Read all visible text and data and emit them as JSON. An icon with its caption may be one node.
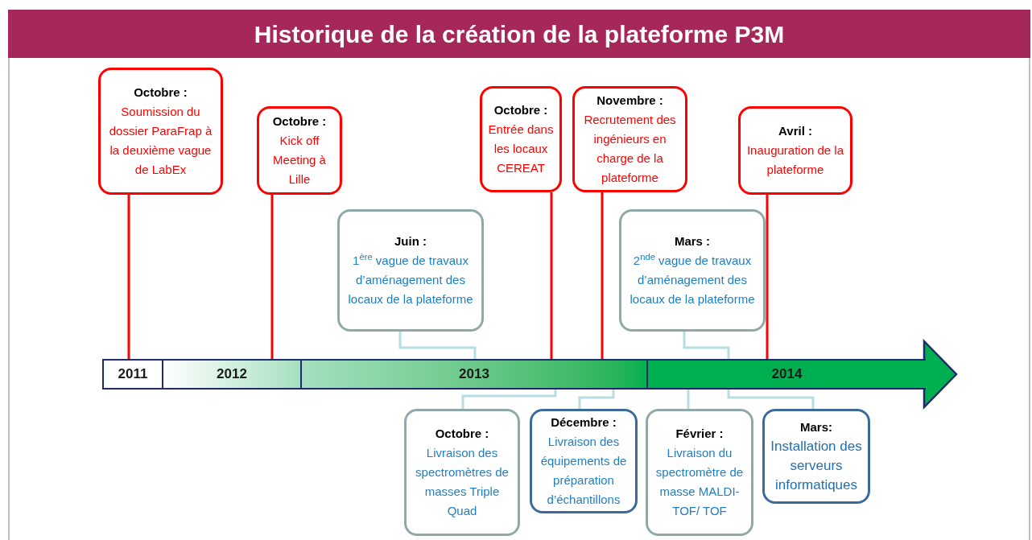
{
  "diagram": {
    "title": "Historique de la création de la plateforme P3M",
    "nodes": [
      {
        "text": [
          "Octobre :",
          "Soumission du dossier ParaFrap à la deuxième vague de LabEx"
        ]
      },
      {
        "text": [
          "Octobre :",
          "Kick off Meeting à Lille"
        ]
      },
      {
        "text": [
          "Juin :",
          "1$^{ère}$ vague de travaux d’aménagement des locaux de la plateforme"
        ]
      },
      {
        "text": [
          "Octobre :",
          "Entrée dans les locaux CEREAT"
        ]
      },
      {
        "text": [
          "Novembre :",
          "Recrutement des ingénieurs en charge de la plateforme"
        ]
      },
      {
        "text": [
          "Mars :",
          "2$^{nde}$ vague de travaux d’aménagement des locaux de la plateforme"
        ]
      },
      {
        "text": [
          "Avril :",
          "Inauguration de la plateforme"
        ]
      },
      {
        "text": [
          "2011"
        ]
      },
      {
        "text": [
          "2012"
        ]
      },
      {
        "text": [
          "2013"
        ]
      },
      {
        "text": [
          "2014"
        ]
      },
      {
        "text": [
          "Octobre :",
          "Livraison des spectromètres de masses Triple Quad"
        ]
      },
      {
        "text": [
          "Décembre :",
          "Livraison des équipements de préparation d’échantillons"
        ]
      },
      {
        "text": [
          "Février :",
          "Livraison du spectromètre de masse MALDI-TOF/ TOF"
        ]
      },
      {
        "text": [
          "Mars:",
          "Installation des serveurs informatiques"
        ]
      }
    ],
    "edges": [
      {
        "from": 0,
        "to": 7,
        "arrow": "none",
        "color": "#ff0000"
      },
      {
        "from": 1,
        "to": 8,
        "arrow": "none",
        "color": "#ff0000"
      },
      {
        "from": 2,
        "to": 9,
        "arrow": "none"
      },
      {
        "from": 3,
        "to": 9,
        "arrow": "none",
        "color": "#ff0000"
      },
      {
        "from": 4,
        "to": 9,
        "arrow": "none",
        "color": "#ff0000"
      },
      {
        "from": 5,
        "to": 10,
        "arrow": "none"
      },
      {
        "from": 6,
        "to": 10,
        "arrow": "none",
        "color": "#ff0000"
      },
      {
        "from": 11,
        "to": 9,
        "arrow": "none"
      },
      {
        "from": 12,
        "to": 9,
        "arrow": "none"
      },
      {
        "from": 13,
        "to": 10,
        "arrow": "none"
      },
      {
        "from": 14,
        "to": 10,
        "arrow": "none"
      }
    ]
  }
}
